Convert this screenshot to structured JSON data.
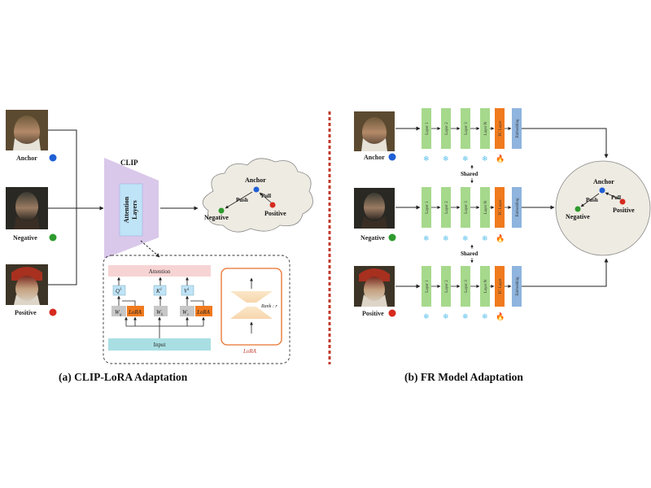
{
  "left": {
    "caption": "(a) CLIP-LoRA Adaptation",
    "faces": [
      "Anchor",
      "Negative",
      "Positive"
    ],
    "clip_title": "CLIP",
    "attention_layers": [
      "Attention",
      "Layers"
    ],
    "cloud": {
      "anchor": "Anchor",
      "push": "Push",
      "pull": "Pull",
      "negative": "Negative",
      "positive": "Positive"
    },
    "detail": {
      "attention": "Attention",
      "input": "Input",
      "q": "Q",
      "k": "K",
      "v": "V",
      "sup": "1",
      "wq": "W",
      "wq_sub": "q",
      "wk": "W",
      "wk_sub": "k",
      "wv": "W",
      "wv_sub": "v",
      "lora": "LoRA",
      "rank": "Rank : r",
      "lora_caption": "LoRA"
    }
  },
  "right": {
    "caption": "(b) FR Model Adaptation",
    "faces": [
      "Anchor",
      "Negative",
      "Positive"
    ],
    "layers": [
      "Layer 1",
      "Layer 2",
      "Layer 3",
      "Layer N"
    ],
    "fc": "FC Layer",
    "embedding": "Embedding",
    "shared": "Shared",
    "circle": {
      "anchor": "Anchor",
      "push": "Push",
      "pull": "Pull",
      "negative": "Negative",
      "positive": "Positive"
    }
  },
  "colors": {
    "anchor": "#1f5fd6",
    "negative": "#2e9a2e",
    "positive": "#d62a1f",
    "layer_green": "#a6d98c",
    "fc_orange": "#f07a1e",
    "embed_blue": "#8fb4de",
    "clip_purple": "#d9c8ea",
    "attn_blue": "#bfe3f7",
    "divider": "#c0392b"
  },
  "icons": {
    "frozen": "snowflake-icon",
    "trainable": "flame-icon"
  }
}
